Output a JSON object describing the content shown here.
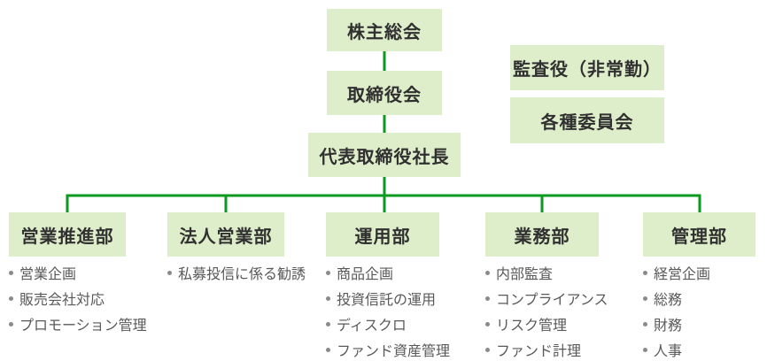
{
  "org_chart": {
    "top_chain": [
      {
        "label": "株主総会"
      },
      {
        "label": "取締役会"
      },
      {
        "label": "代表取締役社長"
      }
    ],
    "side_boxes": [
      {
        "label": "監査役（非常勤）"
      },
      {
        "label": "各種委員会"
      }
    ],
    "departments": [
      {
        "name": "営業推進部",
        "items": [
          "営業企画",
          "販売会社対応",
          "プロモーション管理"
        ]
      },
      {
        "name": "法人営業部",
        "items": [
          "私募投信に係る勧誘"
        ]
      },
      {
        "name": "運用部",
        "items": [
          "商品企画",
          "投資信託の運用",
          "ディスクロ",
          "ファンド資産管理"
        ]
      },
      {
        "name": "業務部",
        "items": [
          "内部監査",
          "コンプライアンス",
          "リスク管理",
          "ファンド計理"
        ]
      },
      {
        "name": "管理部",
        "items": [
          "経営企画",
          "総務",
          "財務",
          "人事"
        ]
      }
    ],
    "colors": {
      "box_background": "#dfeeca",
      "connector_line": "#0a9a1e",
      "box_text": "#303030",
      "list_text": "#595959"
    }
  }
}
